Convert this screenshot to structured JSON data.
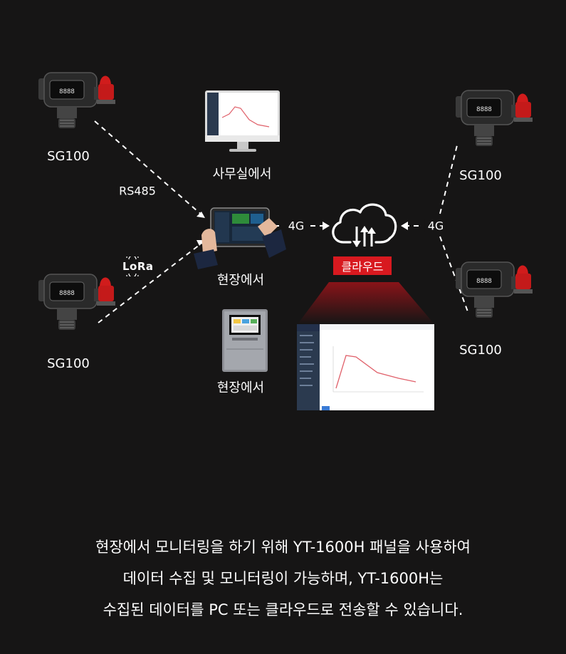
{
  "nodes": {
    "sensor_top_left": "SG100",
    "sensor_bottom_left": "SG100",
    "sensor_top_right": "SG100",
    "sensor_bottom_right": "SG100",
    "office": "사무실에서",
    "tablet_site": "현장에서",
    "panel_site": "현장에서",
    "cloud": "클라우드"
  },
  "connections": {
    "rs485": "RS485",
    "lora_logo": "LoRa",
    "tablet_to_cloud": "4G",
    "sensors_to_cloud": "4G"
  },
  "colors": {
    "background": "#161515",
    "accent_red": "#d8191f",
    "dashboard_sidebar": "#2b3a4f",
    "chart_line": "#e0606a"
  },
  "caption": {
    "line1": "현장에서 모니터링을 하기 위해 YT-1600H 패널을 사용하여",
    "line2": "데이터 수집 및 모니터링이 가능하며, YT-1600H는",
    "line3": "수집된 데이터를 PC 또는 클라우드로 전송할 수 있습니다."
  }
}
